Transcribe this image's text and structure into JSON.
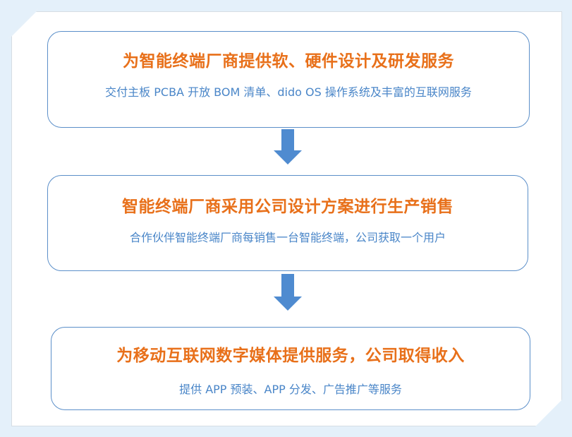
{
  "steps": [
    {
      "title": "为智能终端厂商提供软、硬件设计及研发服务",
      "subtitle": "交付主板 PCBA 开放 BOM 清单、dido OS 操作系统及丰富的互联网服务"
    },
    {
      "title": "智能终端厂商采用公司设计方案进行生产销售",
      "subtitle": "合作伙伴智能终端厂商每销售一台智能终端，公司获取一个用户"
    },
    {
      "title": "为移动互联网数字媒体提供服务，公司取得收入",
      "subtitle": "提供 APP 预装、APP 分发、广告推广等服务"
    }
  ],
  "colors": {
    "title": "#e8701a",
    "subtitle": "#4a86c8",
    "border": "#5b8fc9",
    "arrow": "#4f8bd0"
  }
}
